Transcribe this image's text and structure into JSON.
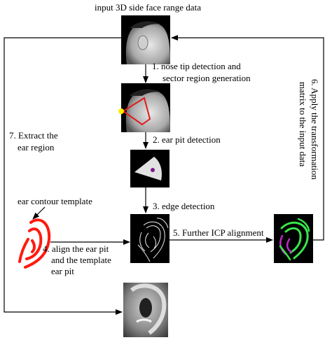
{
  "diagram": {
    "title": "input 3D side face range data",
    "steps": {
      "step1_line1": "1. nose tip detection and",
      "step1_line2": "sector region generation",
      "step2": "2. ear pit detection",
      "step3": "3. edge detection",
      "step4_line1": "4. align the ear pit",
      "step4_line2": "and the template",
      "step4_line3": "ear pit",
      "step5": "5. Further ICP alignment",
      "step6_line1": "6. Apply the transformation",
      "step6_line2": "matrix to the input data",
      "step7_line1": "7. Extract the",
      "step7_line2": "ear region"
    },
    "template_label": "ear contour template"
  },
  "colors": {
    "arrow": "#000000",
    "sector": "#e11b1b",
    "nose_tip": "#ffee00",
    "ear_pit": "#7a1a8c",
    "template": "#ff1a10",
    "icp_green": "#39e64a",
    "icp_magenta": "#c12acb"
  },
  "images": [
    "side-face-range-image",
    "sector-region-image",
    "ear-pit-image",
    "edge-map-image",
    "aligned-result-image",
    "extracted-ear-image"
  ]
}
